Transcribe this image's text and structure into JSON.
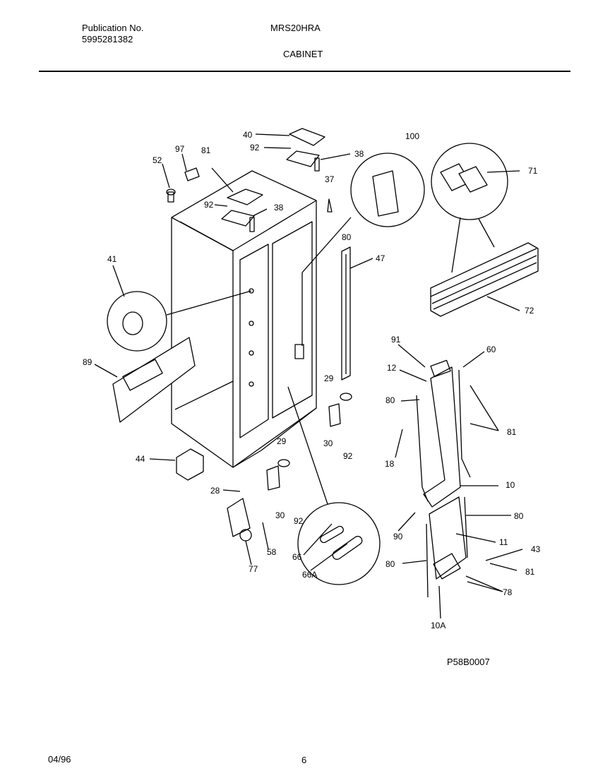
{
  "header": {
    "publication_label": "Publication No.",
    "publication_number": "5995281382",
    "model": "MRS20HRA",
    "section": "CABINET"
  },
  "diagram": {
    "figure_code": "P58B0007",
    "callouts": [
      "40",
      "92",
      "38",
      "100",
      "97",
      "81",
      "52",
      "37",
      "71",
      "92",
      "38",
      "80",
      "47",
      "41",
      "72",
      "91",
      "60",
      "12",
      "89",
      "29",
      "80",
      "81",
      "30",
      "92",
      "18",
      "44",
      "29",
      "28",
      "10",
      "30",
      "92",
      "80",
      "90",
      "58",
      "11",
      "77",
      "43",
      "66",
      "81",
      "66A",
      "80",
      "78",
      "10A"
    ]
  },
  "footer": {
    "date": "04/96",
    "page": "6"
  }
}
